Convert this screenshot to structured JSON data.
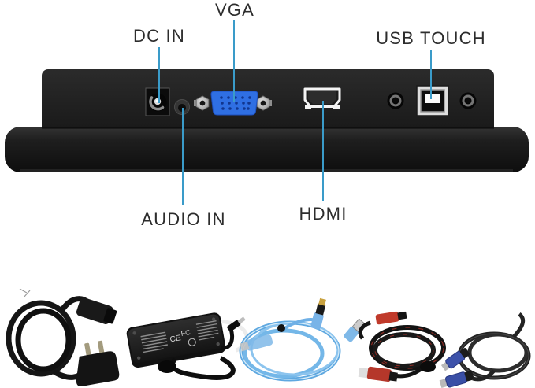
{
  "diagram": {
    "title_hint": "monitor rear ports callout diagram",
    "ports": [
      {
        "label": "DC IN",
        "name": "dc-in-jack",
        "label_position": "top"
      },
      {
        "label": "AUDIO IN",
        "name": "audio-in-jack",
        "label_position": "bottom"
      },
      {
        "label": "VGA",
        "name": "vga-port",
        "label_position": "top"
      },
      {
        "label": "HDMI",
        "name": "hdmi-port",
        "label_position": "bottom"
      },
      {
        "label": "USB TOUCH",
        "name": "usb-touch-port",
        "label_position": "top"
      }
    ],
    "colors": {
      "leader_line": "#3a9bc9",
      "vga_port_blue": "#2f6fe3",
      "panel_black": "#1f1f1f",
      "label_text": "#2d2d2d"
    }
  },
  "accessories": {
    "items": [
      {
        "name": "power-cord"
      },
      {
        "name": "power-adapter",
        "marks": [
          "CE",
          "FC"
        ]
      },
      {
        "name": "usb-cable"
      },
      {
        "name": "hdmi-cable"
      },
      {
        "name": "vga-cable"
      }
    ]
  }
}
